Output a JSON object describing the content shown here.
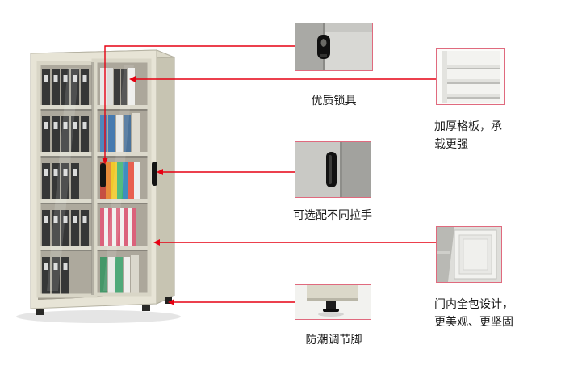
{
  "colors": {
    "accent_red": "#e60012",
    "thumb_border_pink": "#e06a7e",
    "cabinet_beige": "#e7e4d6",
    "cabinet_side": "#c7c4b2",
    "handle_black": "#141414"
  },
  "callouts": {
    "lock": {
      "image": "lock-detail",
      "label": "优质锁具"
    },
    "shelf": {
      "image": "shelf-board-detail",
      "label": "加厚格板，承\n载更强"
    },
    "handle": {
      "image": "door-handle-detail",
      "label": "可选配不同拉手"
    },
    "door": {
      "image": "door-inner-wrap-detail",
      "label": "门内全包设计，\n更美观、更坚固"
    },
    "foot": {
      "image": "adjustable-foot-detail",
      "label": "防潮调节脚"
    }
  }
}
